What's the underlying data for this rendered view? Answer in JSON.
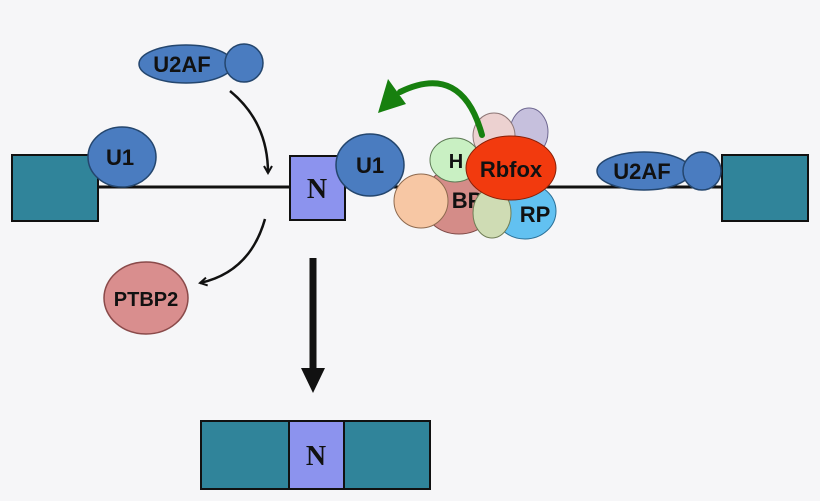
{
  "colors": {
    "background": "#f6f6f8",
    "exon": "#30849a",
    "exon_stroke": "#111111",
    "alt_exon": "#8c93ee",
    "intron_line": "#111111",
    "factor_blue": "#4a7cc0",
    "ptbp2": "#d98e8e",
    "rbfox": "#f23a0e",
    "hnrnp_h": "#c9f0c3",
    "pale_pink": "#ecd1d0",
    "lavender": "#c6c0dd",
    "peach": "#f7c7a4",
    "esrp": "#62c1f1",
    "sage": "#cfdcb4",
    "brown_blob": "#d48c88",
    "green_arrow": "#17800f"
  },
  "exons": {
    "alternative_label": "N",
    "product_alternative_label": "N"
  },
  "factors": {
    "u2af_top": "U2AF",
    "u1_left": "U1",
    "u1_middle": "U1",
    "u2af_right": "U2AF",
    "ptbp2": "PTBP2",
    "hnrnp_h": "H",
    "rbfox": "Rbfox",
    "partial_bp": "BP",
    "partial_rp": "RP"
  }
}
